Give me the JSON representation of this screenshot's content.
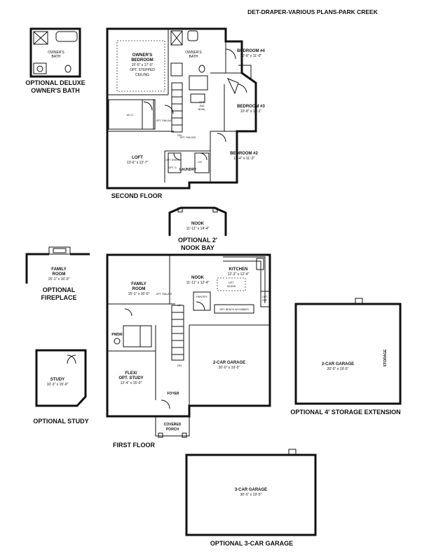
{
  "header": {
    "title": "DET-DRAPER-VARIOUS PLANS-PARK CREEK"
  },
  "captions": {
    "second_floor": "SECOND FLOOR",
    "first_floor": "FIRST FLOOR",
    "opt_deluxe_bath_1": "OPTIONAL DELUXE",
    "opt_deluxe_bath_2": "OWNER'S BATH",
    "opt_nook_bay_1": "OPTIONAL 2'",
    "opt_nook_bay_2": "NOOK BAY",
    "opt_fireplace_1": "OPTIONAL",
    "opt_fireplace_2": "FIREPLACE",
    "opt_study": "OPTIONAL STUDY",
    "opt_storage": "OPTIONAL 4' STORAGE EXTENSION",
    "opt_3car": "OPTIONAL 3-CAR GARAGE"
  },
  "second_floor": {
    "owners_bedroom": {
      "name_1": "OWNER'S",
      "name_2": "BEDROOM",
      "dim": "15'-5\" x 17'-0\"",
      "note_1": "OPT. STEPPED",
      "note_2": "CEILING"
    },
    "owners_bath": {
      "name_1": "OWNER'S",
      "name_2": "BATH"
    },
    "bedroom4": {
      "name": "BEDROOM #4",
      "dim": "10'-8\" x 11'-0\""
    },
    "bedroom3": {
      "name": "BEDROOM #3",
      "dim": "10'-8\" x 11'-1\""
    },
    "bedroom2": {
      "name": "BEDROOM #2",
      "dim": "13'-4\" x 11'-3\""
    },
    "loft": {
      "name": "LOFT",
      "dim": "13'-6\" x 13'-7\""
    },
    "wic": "W.I.C.",
    "laundry": "LAUNDRY",
    "opt_railing": "OPT. RAILING",
    "opt_2nd_bowl_1": "OPT.",
    "opt_2nd_bowl_2": "2ND",
    "opt_2nd_bowl_3": "BOWL",
    "dn": "DN",
    "lin": "LIN",
    "opt_shelf": "OPT. SHELF",
    "opt_d": "OPT. D"
  },
  "deluxe_bath": {
    "name_1": "OWNER'S",
    "name_2": "BATH"
  },
  "nook_bay": {
    "name": "NOOK",
    "dim": "11'-11\" x 14'-4\""
  },
  "fireplace_room": {
    "name_1": "FAMILY",
    "name_2": "ROOM",
    "dim": "15'-1\" x 16'-0\""
  },
  "first_floor": {
    "family_room": {
      "name_1": "FAMILY",
      "name_2": "ROOM",
      "dim": "15'-1\" x 16'-0\""
    },
    "nook": {
      "name": "NOOK",
      "dim": "11'-11\" x 12'-4\""
    },
    "kitchen": {
      "name": "KITCHEN",
      "dim": "12'-3\" x 12'-4\""
    },
    "opt_island_1": "OPT.",
    "opt_island_2": "ISLAND",
    "pantry": "PANTRY",
    "opt_bench": "OPT. BENCH W/CUBBIES",
    "opt_ref_1": "OPT.",
    "opt_ref_2": "REF.",
    "pwdr": "PWDR",
    "flex": {
      "name_1": "FLEX/",
      "name_2": "OPT. STUDY",
      "dim": "12'-4\" x 15'-0\""
    },
    "foyer": "FOYER",
    "porch": {
      "name_1": "COVERED",
      "name_2": "PORCH"
    },
    "garage2": {
      "name": "2-CAR GARAGE",
      "dim": "20'-0\" x 19'-5\""
    },
    "opt_railing": "OPT. RAILING",
    "up": "UP",
    "dn": "DN"
  },
  "study": {
    "name": "STUDY",
    "dim": "10'-3\" x 15'-0\""
  },
  "storage_ext": {
    "name": "2-CAR GARAGE",
    "dim": "20'-0\" x 19'-5\"",
    "storage": "STORAGE"
  },
  "garage3": {
    "name": "3-CAR GARAGE",
    "dim": "30'-0\" x 19'-5\""
  }
}
